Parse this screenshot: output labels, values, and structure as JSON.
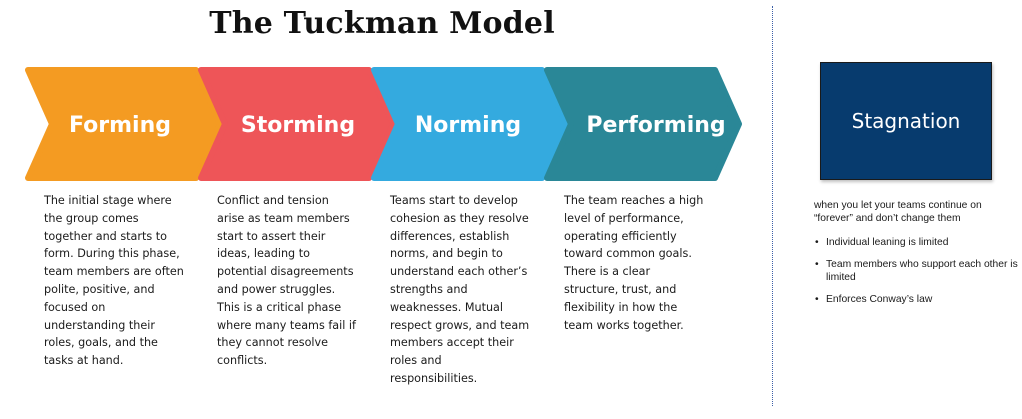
{
  "title": "The Tuckman Model",
  "stages": [
    {
      "label": "Forming",
      "color": "#f49b22",
      "description": "The initial stage where the group comes together and starts to form. During this phase, team members are often polite, positive, and focused on understanding their roles, goals, and the tasks at hand."
    },
    {
      "label": "Storming",
      "color": "#ee5558",
      "description": "Conflict and tension arise as team members start to assert their ideas, leading to potential disagreements and power struggles. This is a critical phase where many teams fail if they cannot resolve conflicts."
    },
    {
      "label": "Norming",
      "color": "#34aadf",
      "description": "Teams start to develop cohesion as they resolve differences, establish norms, and begin to understand each other’s strengths and weaknesses. Mutual respect grows, and team members accept their roles and responsibilities."
    },
    {
      "label": "Performing",
      "color": "#2a8797",
      "description": "The team reaches a high level of performance, operating efficiently toward common goals. There is a clear structure, trust, and flexibility in how the team works together."
    }
  ],
  "stagnation": {
    "title": "Stagnation",
    "box_color": "#073b6e",
    "description": "when you let your teams continue on “forever” and don’t change them",
    "bullets": [
      "Individual leaning is limited",
      "Team members who support each other is limited",
      "Enforces Conway’s law"
    ]
  }
}
